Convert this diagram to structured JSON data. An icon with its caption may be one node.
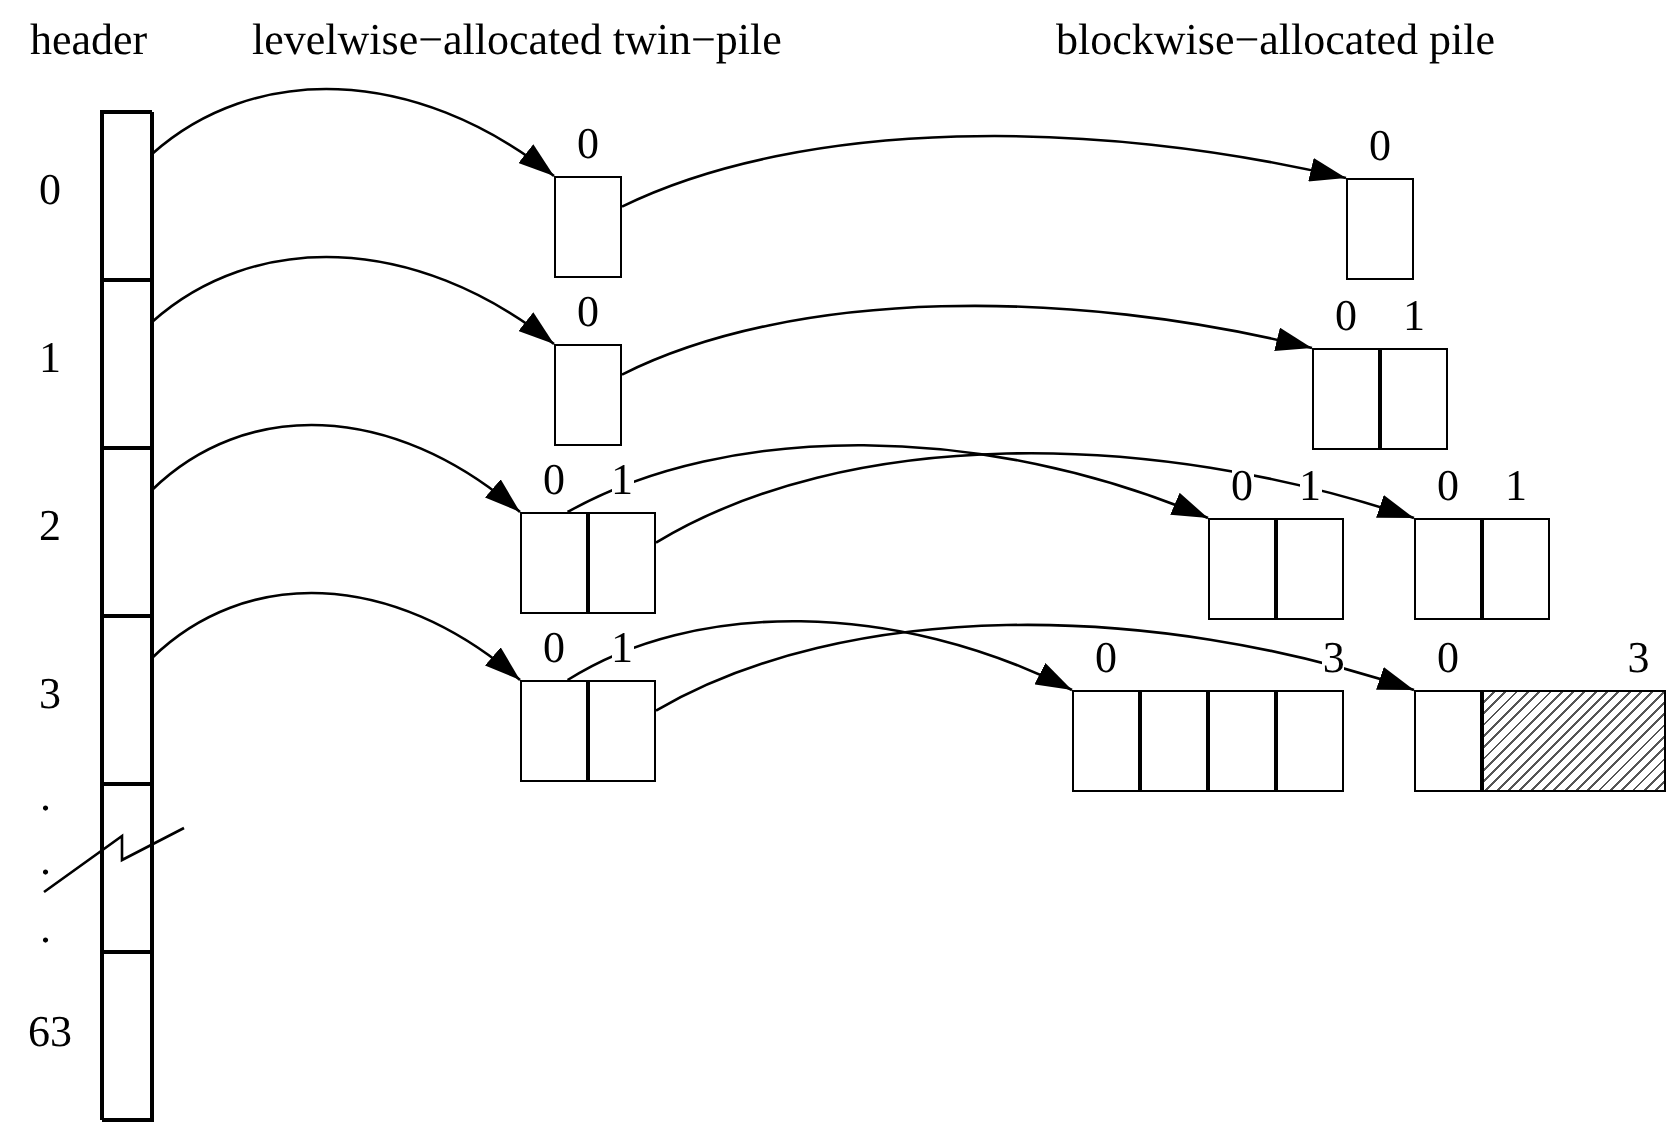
{
  "diagram": {
    "nodes": [
      {
        "text": [
          "header"
        ]
      },
      {
        "text": [],
        "shape": "box",
        "in": 0,
        "beside": [
          "0"
        ]
      },
      {
        "text": [],
        "shape": "box",
        "in": 0,
        "beside": [
          "1"
        ]
      },
      {
        "text": [],
        "shape": "box",
        "in": 0,
        "beside": [
          "2"
        ]
      },
      {
        "text": [],
        "shape": "box",
        "in": 0,
        "beside": [
          "3"
        ]
      },
      {
        "text": [],
        "shape": "box",
        "in": 0
      },
      {
        "text": [],
        "shape": "box",
        "in": 0,
        "beside": [
          "63"
        ]
      },
      {
        "text": [],
        "shape": "box",
        "beside": [
          "0"
        ]
      },
      {
        "text": [],
        "shape": "box",
        "beside": [
          "0"
        ]
      },
      {
        "text": [],
        "shape": "box",
        "beside": [
          "0"
        ]
      },
      {
        "text": [],
        "shape": "box",
        "beside": [
          "1"
        ]
      },
      {
        "text": [],
        "shape": "box",
        "beside": [
          "0"
        ]
      },
      {
        "text": [],
        "shape": "box",
        "beside": [
          "1"
        ]
      },
      {
        "text": [],
        "shape": "box",
        "beside": [
          "0"
        ]
      },
      {
        "text": [],
        "shape": "box",
        "beside": [
          "0"
        ]
      },
      {
        "text": [],
        "shape": "box",
        "beside": [
          "1"
        ]
      },
      {
        "text": [],
        "shape": "box",
        "beside": [
          "0"
        ]
      },
      {
        "text": [],
        "shape": "box",
        "beside": [
          "1"
        ]
      },
      {
        "text": [],
        "shape": "box",
        "beside": [
          "0"
        ]
      },
      {
        "text": [],
        "shape": "box",
        "beside": [
          "1"
        ]
      },
      {
        "text": [],
        "shape": "box",
        "beside": [
          "0"
        ]
      },
      {
        "text": [],
        "shape": "box"
      },
      {
        "text": [],
        "shape": "box"
      },
      {
        "text": [],
        "shape": "box",
        "beside": [
          "3"
        ]
      },
      {
        "text": [],
        "shape": "box",
        "beside": [
          "0"
        ]
      },
      {
        "text": [],
        "shape": "box",
        "beside": [
          "3"
        ]
      }
    ],
    "edges": [
      {
        "from": 1,
        "to": 7,
        "arrow": "to"
      },
      {
        "from": 7,
        "to": 13,
        "arrow": "to"
      },
      {
        "from": 2,
        "to": 8,
        "arrow": "to"
      },
      {
        "from": 8,
        "to": 14,
        "arrow": "to"
      },
      {
        "from": 3,
        "to": 9,
        "arrow": "to"
      },
      {
        "from": 9,
        "to": 16,
        "arrow": "to"
      },
      {
        "from": 10,
        "to": 18,
        "arrow": "to"
      },
      {
        "from": 4,
        "to": 11,
        "arrow": "to"
      },
      {
        "from": 11,
        "to": 20,
        "arrow": "to"
      },
      {
        "from": 12,
        "to": 24,
        "arrow": "to"
      }
    ],
    "labels": [
      "levelwise−allocated twin−pile",
      "blockwise−allocated pile",
      ".",
      ".",
      "."
    ]
  }
}
